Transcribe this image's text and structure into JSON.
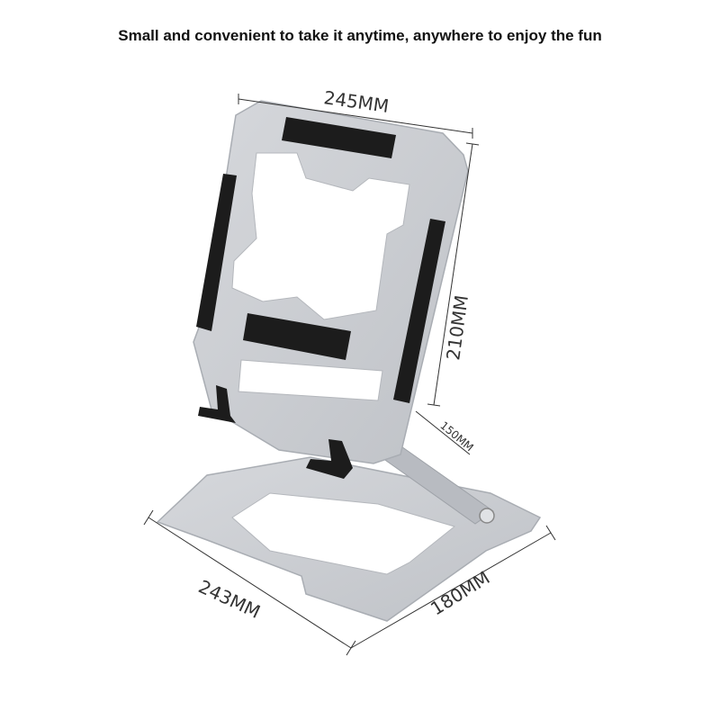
{
  "headline": "Small and convenient to take it anytime, anywhere to enjoy the fun",
  "dimensions": {
    "top_width": "245MM",
    "panel_height": "210MM",
    "support_arm": "150MM",
    "base_length": "243MM",
    "base_depth": "180MM"
  },
  "colors": {
    "metal": "#c9ccd1",
    "metal_edge": "#a9adb3",
    "pad": "#1c1c1c",
    "dimension_line": "#333333"
  }
}
